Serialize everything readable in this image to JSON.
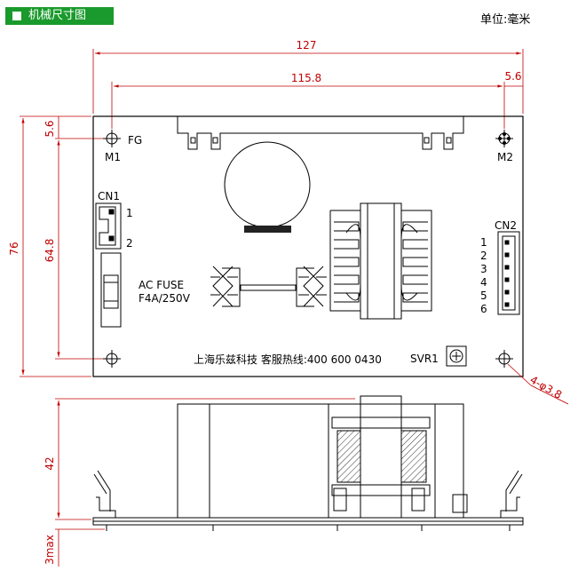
{
  "header": {
    "title": "机械尺寸图",
    "unit": "单位:毫米"
  },
  "dimensions": {
    "overall_width": "127",
    "hole_spacing_width": "115.8",
    "right_offset": "5.6",
    "top_offset": "5.6",
    "overall_height": "76",
    "hole_spacing_height": "64.8",
    "side_height": "42",
    "pin_length": "3max",
    "hole_spec": "4-φ3.8"
  },
  "labels": {
    "fg": "FG",
    "m1": "M1",
    "m2": "M2",
    "cn1": "CN1",
    "cn1_pin1": "1",
    "cn1_pin2": "2",
    "cn2": "CN2",
    "cn2_pins": [
      "1",
      "2",
      "3",
      "4",
      "5",
      "6"
    ],
    "ac_fuse": "AC FUSE",
    "fuse_rating": "F4A/250V",
    "hotline": "上海乐兹科技 客服热线:400 600 0430",
    "svr1": "SVR1"
  }
}
